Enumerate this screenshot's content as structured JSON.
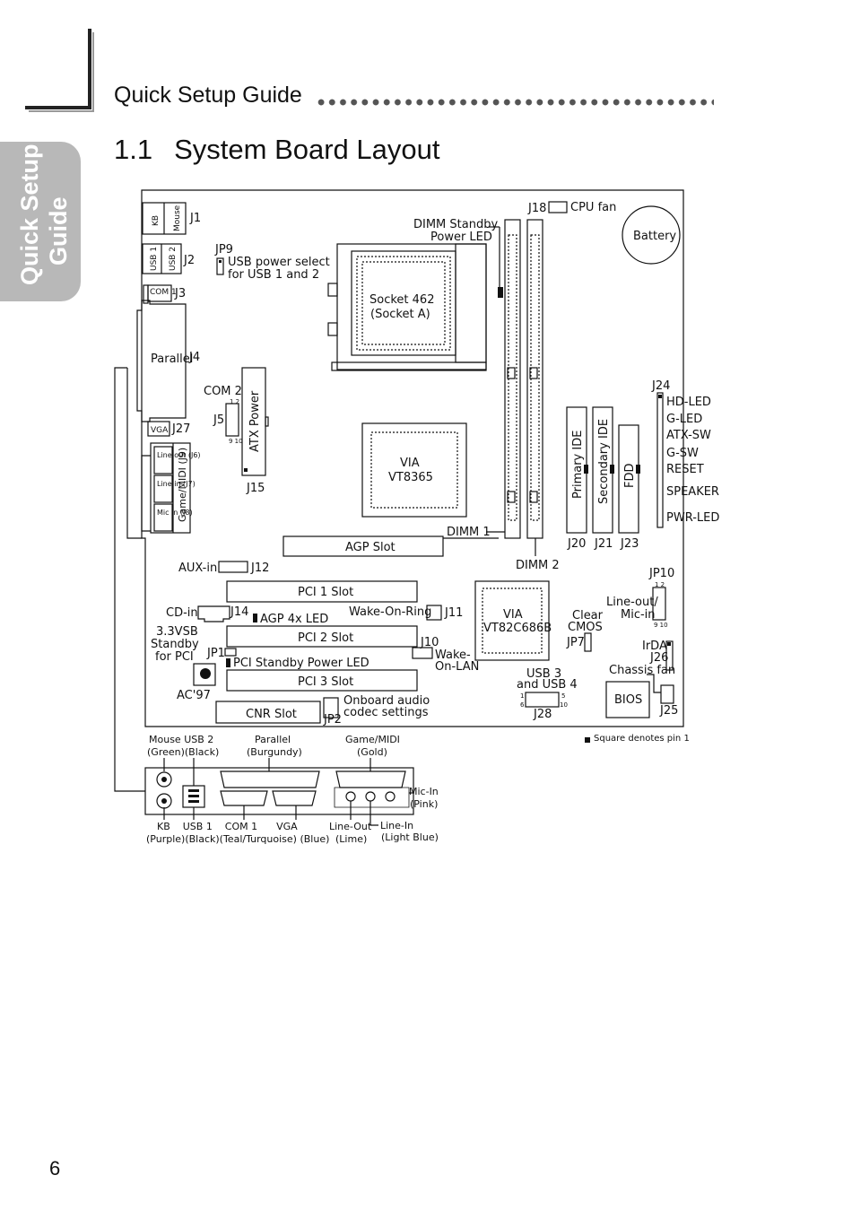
{
  "header": {
    "title": "Quick Setup Guide"
  },
  "side_tab": {
    "line1": "Quick Setup",
    "line2": "Guide"
  },
  "section": {
    "number": "1.1",
    "title": "System Board Layout"
  },
  "page_number": "6",
  "diagram": {
    "connectors": {
      "j1": "J1",
      "kb": "KB",
      "mouse": "Mouse",
      "j2": "J2",
      "usb1": "USB 1",
      "usb2": "USB 2",
      "jp9": "JP9",
      "jp9_line1": "USB power select",
      "jp9_line2": "for USB 1 and 2",
      "com1": "COM 1",
      "j3": "J3",
      "parallel": "Parallel",
      "j4": "J4",
      "vga": "VGA",
      "j27": "J27",
      "line_out": "Line out (J6)",
      "line_in": "Line in (J7)",
      "mic_in": "Mic in (J8)",
      "game_midi": "Game/MIDI (J9)",
      "com2": "COM 2",
      "j5": "J5",
      "pin12": "1 2",
      "pin910": "9 10",
      "atx_power": "ATX Power",
      "j15": "J15",
      "socket_line1": "Socket 462",
      "socket_line2": "(Socket A)",
      "dimm_standby_1": "DIMM Standby",
      "dimm_standby_2": "Power LED",
      "j18": "J18",
      "cpu_fan": "CPU fan",
      "battery": "Battery",
      "via1": "VIA",
      "vt8365": "VT8365",
      "dimm1": "DIMM 1",
      "dimm2": "DIMM 2",
      "agp_slot": "AGP Slot",
      "primary_ide": "Primary IDE",
      "secondary_ide": "Secondary IDE",
      "fdd": "FDD",
      "j20": "J20",
      "j21": "J21",
      "j23": "J23",
      "j24": "J24",
      "hd_led": "HD-LED",
      "g_led": "G-LED",
      "atx_sw": "ATX-SW",
      "g_sw": "G-SW",
      "reset": "RESET",
      "speaker": "SPEAKER",
      "pwr_led": "PWR-LED",
      "aux_in": "AUX-in",
      "j12": "J12",
      "pci1": "PCI 1 Slot",
      "pci2": "PCI 2 Slot",
      "pci3": "PCI 3 Slot",
      "cd_in": "CD-in",
      "j14": "J14",
      "agp_led": "AGP 4x LED",
      "wake_ring": "Wake-On-Ring",
      "j11": "J11",
      "via2": "VIA",
      "vt82c686b": "VT82C686B",
      "jp10": "JP10",
      "line_out_mic_1": "Line-out/",
      "line_out_mic_2": "Mic-in",
      "clear_cmos_1": "Clear",
      "clear_cmos_2": "CMOS",
      "jp7": "JP7",
      "vsb_1": "3.3VSB",
      "vsb_2": "Standby",
      "vsb_3": "for PCI",
      "jp1": "JP1",
      "pci_standby": "PCI Standby Power LED",
      "j10": "J10",
      "wake_lan_1": "Wake-",
      "wake_lan_2": "On-LAN",
      "irda": "IrDA",
      "j26": "J26",
      "chassis_fan": "Chassis fan",
      "ac97": "AC'97",
      "usb34_1": "USB 3",
      "usb34_2": "and USB 4",
      "pin1": "1",
      "pin5": "5",
      "pin6": "6",
      "pin10": "10",
      "j28": "J28",
      "bios": "BIOS",
      "j25": "J25",
      "cnr_slot": "CNR Slot",
      "jp2": "JP2",
      "codec_1": "Onboard audio",
      "codec_2": "codec settings",
      "square_note": "Square denotes pin 1"
    },
    "panel_labels": {
      "mouse_usb2_1": "Mouse USB 2",
      "mouse_usb2_2": "(Green)(Black)",
      "parallel_1": "Parallel",
      "parallel_2": "(Burgundy)",
      "gamemidi_1": "Game/MIDI",
      "gamemidi_2": "(Gold)",
      "micin_1": "Mic-In",
      "micin_2": "(Pink)",
      "bottom_1": "KB    USB 1    COM 1      VGA",
      "bottom_2": "(Purple)(Black)(Teal/Turquoise) (Blue)",
      "lineout_1": "Line-Out",
      "lineout_2": "(Lime)",
      "linein_1": "Line-In",
      "linein_2": "(Light Blue)"
    }
  }
}
